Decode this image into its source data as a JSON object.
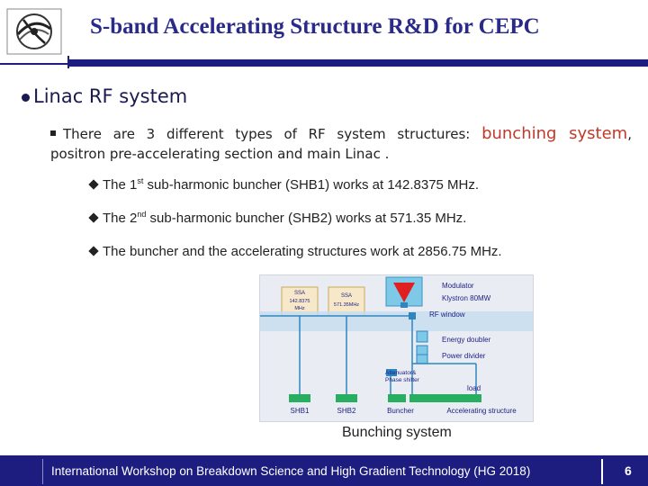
{
  "slide": {
    "title": "S-band Accelerating Structure R&D for CEPC",
    "level1": "Linac RF system",
    "level2_pre": "There are 3 different types of RF system structures:",
    "level2_highlight": "bunching system",
    "level2_post": ",",
    "level2_line2": "positron pre-accelerating section and main Linac .",
    "bullets": [
      {
        "pre": "The 1",
        "sup": "st",
        "post": " sub-harmonic buncher (SHB1) works at 142.8375 MHz."
      },
      {
        "pre": "The 2",
        "sup": "nd",
        "post": " sub-harmonic buncher (SHB2) works at 571.35 MHz."
      },
      {
        "pre": "The buncher and the accelerating structures work at 2856.75 MHz.",
        "sup": "",
        "post": ""
      }
    ],
    "caption": "Bunching system"
  },
  "diagram": {
    "ssa1": [
      "SSA",
      "142.8375",
      "MHz"
    ],
    "ssa2": [
      "SSA",
      "571.35MHz"
    ],
    "modulator": "Modulator",
    "klystron": "Klystron  80MW",
    "rf_window": "RF window",
    "energy_doubler": "Energy doubler",
    "power_divider": "Power divider",
    "attenuator": [
      "Attenuator&",
      "Phase shifter"
    ],
    "load": "load",
    "labels": [
      "SHB1",
      "SHB2",
      "Buncher",
      "Accelerating structure"
    ]
  },
  "footer": {
    "text": "International Workshop on Breakdown Science and High Gradient Technology (HG 2018)",
    "page": "6"
  },
  "colors": {
    "brand_blue": "#1d1d80",
    "highlight_red": "#c0392b",
    "diagram_green": "#27ae60",
    "diagram_blue": "#2e86c1",
    "klystron_red": "#e02020"
  }
}
